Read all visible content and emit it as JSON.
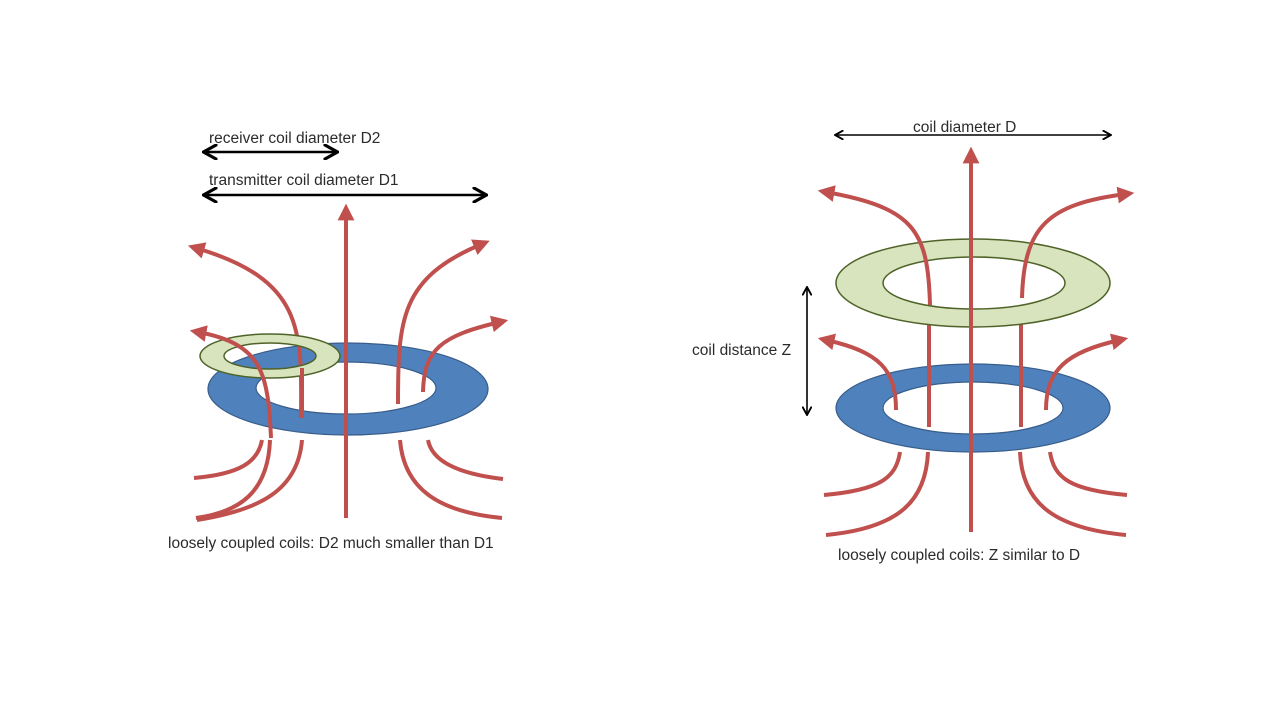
{
  "colors": {
    "field_line": "#c0504d",
    "transmitter_fill": "#4f81bd",
    "transmitter_stroke": "#385d8a",
    "receiver_fill": "#d7e4bd",
    "receiver_stroke": "#4f6228",
    "arrow": "#000000",
    "background": "#ffffff"
  },
  "left_panel": {
    "receiver_diameter_label": "receiver  coil diameter D2",
    "transmitter_diameter_label": "transmitter coil diameter D1",
    "caption": "loosely coupled coils: D2 much smaller than D1",
    "elements": [
      "transmitter coil (blue ring, large)",
      "receiver coil (green ring, small, offset left)",
      "magnetic field lines (red arrows)"
    ]
  },
  "right_panel": {
    "diameter_label": "coil diameter D",
    "distance_label": "coil distance Z",
    "caption": "loosely coupled coils: Z similar to D",
    "elements": [
      "receiver coil (green ring, upper)",
      "transmitter coil (blue ring, lower)",
      "magnetic field lines (red arrows)"
    ]
  }
}
